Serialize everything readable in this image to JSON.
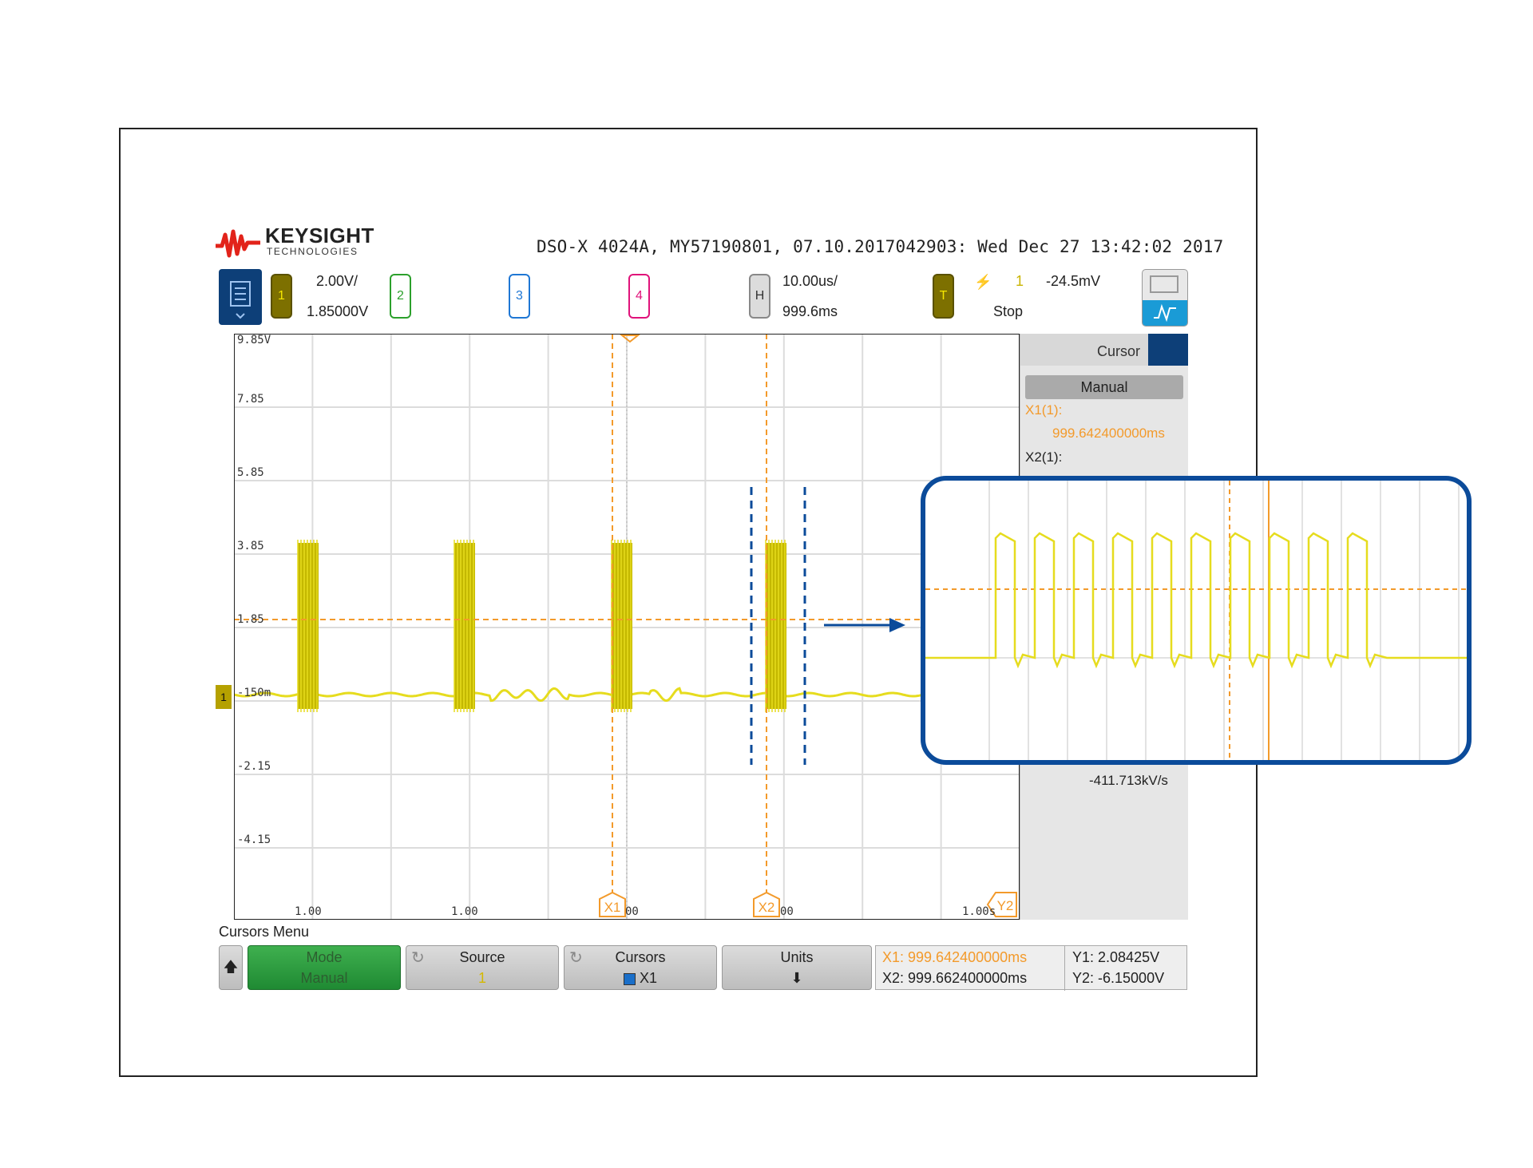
{
  "brand": {
    "name": "KEYSIGHT",
    "sub": "TECHNOLOGIES",
    "color": "#e2231a"
  },
  "header": {
    "instrument_info": "DSO-X 4024A, MY57190801, 07.10.2017042903: Wed Dec 27 13:42:02 2017"
  },
  "toolbar": {
    "ch1": {
      "label": "1",
      "scale": "2.00V/",
      "offset": "1.85000V",
      "color": "#b5a100"
    },
    "ch2": {
      "label": "2",
      "color": "#2ca02c"
    },
    "ch3": {
      "label": "3",
      "color": "#1f77d4"
    },
    "ch4": {
      "label": "4",
      "color": "#e0127a"
    },
    "horizontal": {
      "label": "H",
      "timebase": "10.00us/",
      "delay": "999.6ms"
    },
    "trigger": {
      "label": "T",
      "source": "1",
      "level": "-24.5mV",
      "status": "Stop"
    }
  },
  "screen": {
    "y_labels": [
      "9.85V",
      "7.85",
      "5.85",
      "3.85",
      "1.85",
      "-150m",
      "-2.15",
      "-4.15"
    ],
    "x_labels": [
      "1.00",
      "1.00",
      "00",
      "00",
      "1.00s"
    ],
    "cursor_tags": {
      "x1": "X1",
      "x2": "X2",
      "y2": "Y2"
    },
    "ground_marker": "1",
    "trace_color": "#e6dc1e",
    "cursor_color": "#f39a2b"
  },
  "cursor_panel": {
    "title": "Cursor",
    "mode_button": "Manual",
    "x1_label": "X1(1):",
    "x1_value": "999.642400000ms",
    "x2_label": "X2(1):",
    "slew": "-411.713kV/s"
  },
  "menu": {
    "title": "Cursors Menu",
    "mode": {
      "label": "Mode",
      "value": "Manual"
    },
    "source": {
      "label": "Source",
      "value": "1"
    },
    "cursors": {
      "label": "Cursors",
      "value": "X1"
    },
    "units": {
      "label": "Units"
    }
  },
  "readout": {
    "x1": "X1: 999.642400000ms",
    "x2": "X2: 999.662400000ms",
    "y1": "Y1: 2.08425V",
    "y2": "Y2: -6.15000V"
  },
  "annotation": {
    "color": "#0b4b9a"
  }
}
